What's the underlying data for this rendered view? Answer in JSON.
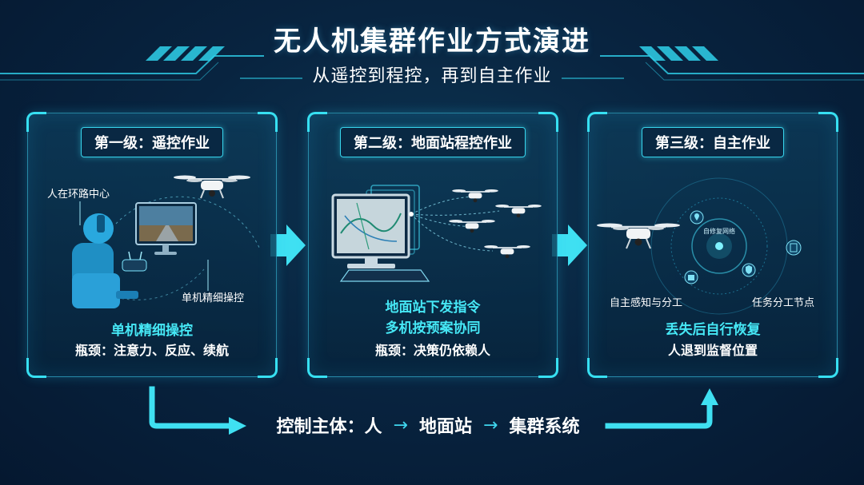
{
  "header": {
    "title": "无人机集群作业方式演进",
    "subtitle": "从遥控到程控，再到自主作业"
  },
  "panels": [
    {
      "level_label": "第一级：遥控作业",
      "callouts": [
        "人在环路中心",
        "单机精细操控"
      ],
      "highlight": "单机精细操控",
      "bottleneck": "瓶颈：注意力、反应、续航"
    },
    {
      "level_label": "第二级：地面站程控作业",
      "highlight_1": "地面站下发指令",
      "highlight_2": "多机按预案协同",
      "bottleneck": "瓶颈：决策仍依赖人"
    },
    {
      "level_label": "第三级：自主作业",
      "network_label": "自修复网络",
      "left_label": "自主感知与分工",
      "right_label": "任务分工节点",
      "highlight": "丢失后自行恢复",
      "sub": "人退到监督位置"
    }
  ],
  "footer": {
    "prefix": "控制主体：人",
    "arrow_glyph": "→",
    "step_2": "地面站",
    "step_3": "集群系统"
  },
  "colors": {
    "accent_cyan": "#37e0f2",
    "highlight_text": "#46e8f6",
    "background": "#082440"
  },
  "icons": [
    "drone-icon",
    "operator-icon",
    "monitor-icon",
    "ground-station-computer-icon",
    "location-pin-icon",
    "document-icon",
    "user-icon",
    "shield-icon"
  ]
}
